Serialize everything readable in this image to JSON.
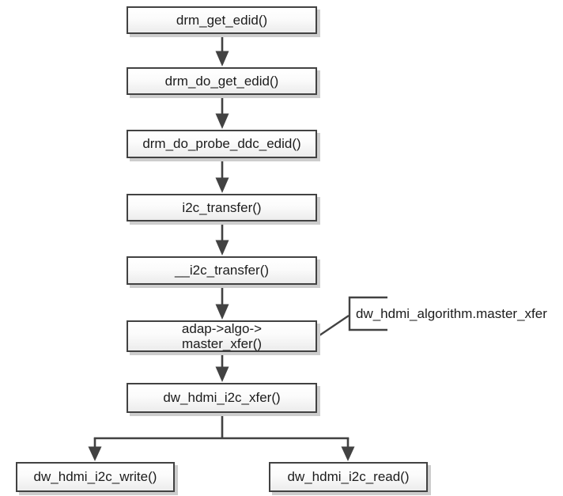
{
  "diagram": {
    "type": "flowchart-call-chain",
    "nodes": [
      {
        "id": "drm_get_edid",
        "label": "drm_get_edid()"
      },
      {
        "id": "drm_do_get_edid",
        "label": "drm_do_get_edid()"
      },
      {
        "id": "drm_do_probe_ddc_edid",
        "label": "drm_do_probe_ddc_edid()"
      },
      {
        "id": "i2c_transfer",
        "label": "i2c_transfer()"
      },
      {
        "id": "__i2c_transfer",
        "label": "__i2c_transfer()"
      },
      {
        "id": "adap_algo_master_xfer",
        "label": "adap->algo->\nmaster_xfer()"
      },
      {
        "id": "dw_hdmi_i2c_xfer",
        "label": "dw_hdmi_i2c_xfer()"
      },
      {
        "id": "dw_hdmi_i2c_write",
        "label": "dw_hdmi_i2c_write()"
      },
      {
        "id": "dw_hdmi_i2c_read",
        "label": "dw_hdmi_i2c_read()"
      }
    ],
    "edges": [
      {
        "from": "drm_get_edid",
        "to": "drm_do_get_edid"
      },
      {
        "from": "drm_do_get_edid",
        "to": "drm_do_probe_ddc_edid"
      },
      {
        "from": "drm_do_probe_ddc_edid",
        "to": "i2c_transfer"
      },
      {
        "from": "i2c_transfer",
        "to": "__i2c_transfer"
      },
      {
        "from": "__i2c_transfer",
        "to": "adap_algo_master_xfer"
      },
      {
        "from": "adap_algo_master_xfer",
        "to": "dw_hdmi_i2c_xfer"
      },
      {
        "from": "dw_hdmi_i2c_xfer",
        "to": "dw_hdmi_i2c_write"
      },
      {
        "from": "dw_hdmi_i2c_xfer",
        "to": "dw_hdmi_i2c_read"
      }
    ],
    "callout": {
      "label": "dw_hdmi_algorithm.master_xfer",
      "attached_to": "adap_algo_master_xfer"
    },
    "colors": {
      "background": "#ffffff",
      "node_border": "#424242",
      "node_fill_top": "#ffffff",
      "node_fill_bottom": "#ececec",
      "node_shadow": "#cdcdcd",
      "connector": "#424242",
      "text": "#1c1c1c"
    }
  }
}
